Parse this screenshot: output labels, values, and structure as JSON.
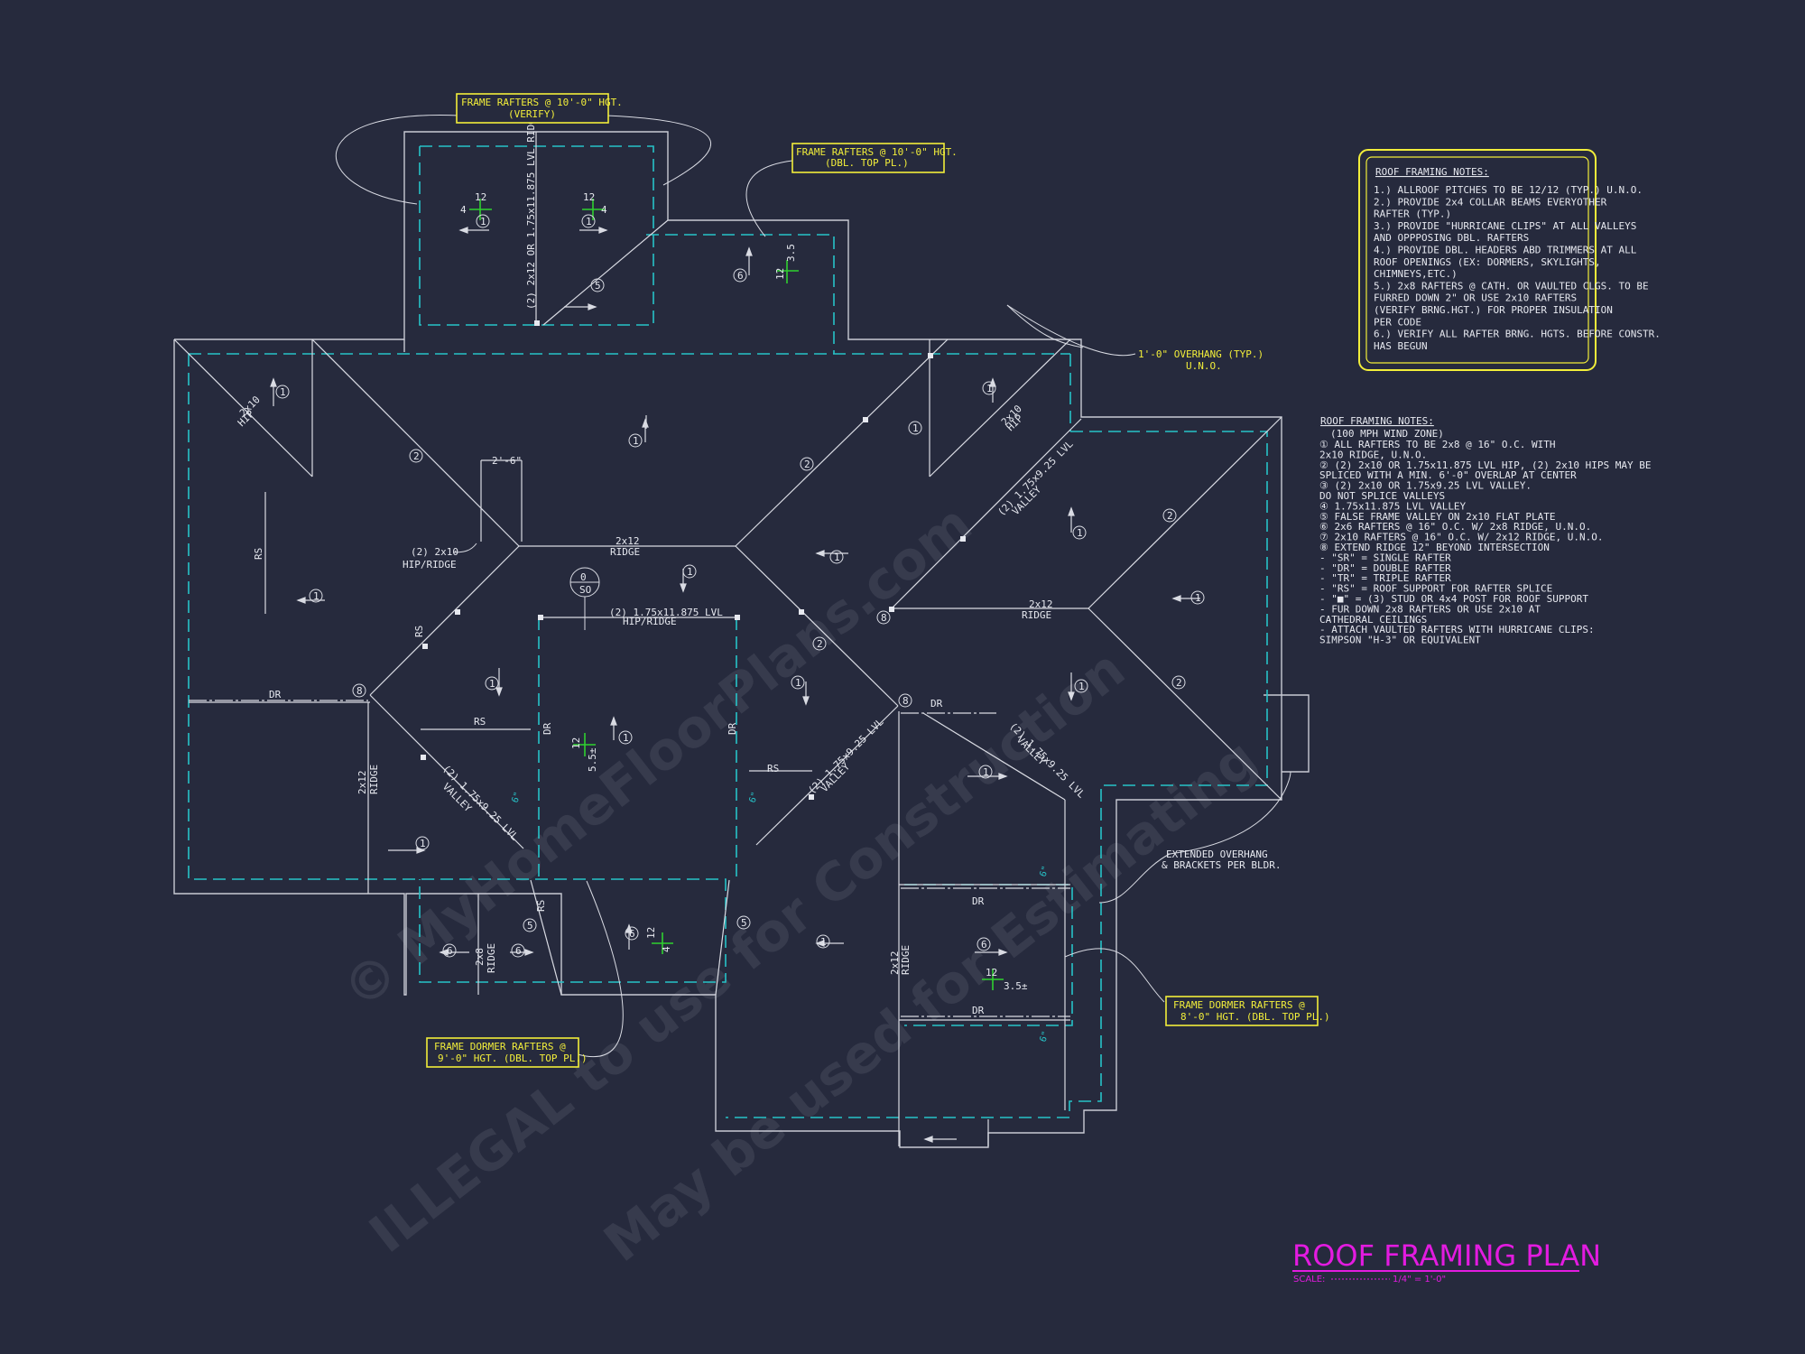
{
  "drawing": {
    "title": "ROOF FRAMING PLAN",
    "scale_label": "SCALE:",
    "scale_value": "1/4\" = 1'-0\"",
    "watermark_line1": "© MyHomeFloorPlans.com",
    "watermark_line2": "ILLEGAL to use for Construction",
    "watermark_line3": "May be used for Estimating"
  },
  "notes_box": {
    "title": "ROOF FRAMING NOTES:",
    "lines": [
      "1.) ALLROOF PITCHES TO BE  12/12 (TYP.) U.N.O.",
      "2.) PROVIDE 2x4 COLLAR BEAMS EVERYOTHER",
      "      RAFTER (TYP.)",
      "3.) PROVIDE \"HURRICANE CLIPS\" AT ALL VALLEYS",
      "      AND OPPPOSING DBL. RAFTERS",
      "4.) PROVIDE DBL. HEADERS ABD TRIMMERS AT ALL",
      "      ROOF OPENINGS (EX: DORMERS, SKYLIGHTS,",
      "      CHIMNEYS,ETC.)",
      "5.) 2x8 RAFTERS @ CATH. OR VAULTED CLGS. TO BE",
      "      FURRED DOWN 2\" OR USE 2x10 RAFTERS",
      "      (VERIFY BRNG.HGT.) FOR PROPER INSULATION",
      "      PER CODE",
      "6.) VERIFY ALL RAFTER BRNG. HGTS. BEFORE CONSTR.",
      "      HAS BEGUN"
    ]
  },
  "notes_list": {
    "title": "ROOF FRAMING NOTES:",
    "subtitle": "(100 MPH WIND ZONE)",
    "lines": [
      "①  ALL RAFTERS TO BE 2x8 @ 16\" O.C. WITH",
      "     2x10 RIDGE, U.N.O.",
      "②  (2) 2x10 OR 1.75x11.875 LVL HIP, (2) 2x10 HIPS MAY BE",
      "     SPLICED WITH A MIN. 6'-0\" OVERLAP AT CENTER",
      "③  (2) 2x10 OR 1.75x9.25 LVL VALLEY.",
      "     DO NOT SPLICE VALLEYS",
      "④  1.75x11.875 LVL VALLEY",
      "⑤  FALSE FRAME VALLEY ON 2x10 FLAT PLATE",
      "⑥  2x6 RAFTERS @ 16\" O.C. W/ 2x8 RIDGE, U.N.O.",
      "⑦  2x10 RAFTERS @ 16\" O.C. W/ 2x12 RIDGE, U.N.O.",
      "⑧  EXTEND RIDGE 12\" BEYOND INTERSECTION",
      "-   \"SR\" = SINGLE RAFTER",
      "-   \"DR\" = DOUBLE RAFTER",
      "-   \"TR\" = TRIPLE RAFTER",
      "-   \"RS\" = ROOF SUPPORT FOR RAFTER SPLICE",
      "-   \"■\"  = (3) STUD OR 4x4 POST FOR ROOF SUPPORT",
      "-   FUR DOWN 2x8 RAFTERS OR USE 2x10 AT",
      "     CATHEDRAL CEILINGS",
      "-   ATTACH VAULTED RAFTERS WITH HURRICANE CLIPS:",
      "     SIMPSON \"H-3\" OR EQUIVALENT"
    ]
  },
  "callouts": {
    "rafters_top_left": [
      "FRAME RAFTERS @ 10'-0\" HGT.",
      "(VERIFY)"
    ],
    "rafters_top_mid": [
      "FRAME RAFTERS @ 10'-0\" HGT.",
      "(DBL. TOP PL.)"
    ],
    "overhang": [
      "1'-0\" OVERHANG (TYP.)",
      "U.N.O."
    ],
    "extended_overhang": [
      "EXTENDED OVERHANG",
      "& BRACKETS PER BLDR."
    ],
    "dormer_right": [
      "FRAME DORMER RAFTERS @",
      "8'-0\" HGT. (DBL. TOP PL.)"
    ],
    "dormer_left": [
      "FRAME DORMER RAFTERS @",
      "9'-0\" HGT. (DBL. TOP PL.)"
    ]
  },
  "labels": {
    "hip_2x10": "2x10",
    "hip": "HIP",
    "lvl_ridge_vertical": "(2) 2x12 OR 1.75x11.875 LVL RIDGE",
    "dim_2_6": "2'-6\"",
    "hip_ridge_2x10": "(2) 2x10",
    "hip_ridge": "HIP/RIDGE",
    "ridge_2x12": "2x12",
    "ridge": "RIDGE",
    "lvl_hip_ridge": "(2) 1.75x11.875 LVL",
    "so": "SO",
    "lvl_valley": "(2) 1.75x9.25 LVL",
    "valley": "VALLEY",
    "ridge_2x8": "2x8",
    "rs": "RS",
    "dr": "DR",
    "pitch_12": "12",
    "pitch_4": "4",
    "pitch_3_5": "3.5",
    "pitch_5_5": "5.5±",
    "pitch_3_5pm": "3.5±",
    "dim_6": "6\"",
    "n1": "1",
    "n2": "2",
    "n5": "5",
    "n6": "6",
    "n8": "8"
  }
}
